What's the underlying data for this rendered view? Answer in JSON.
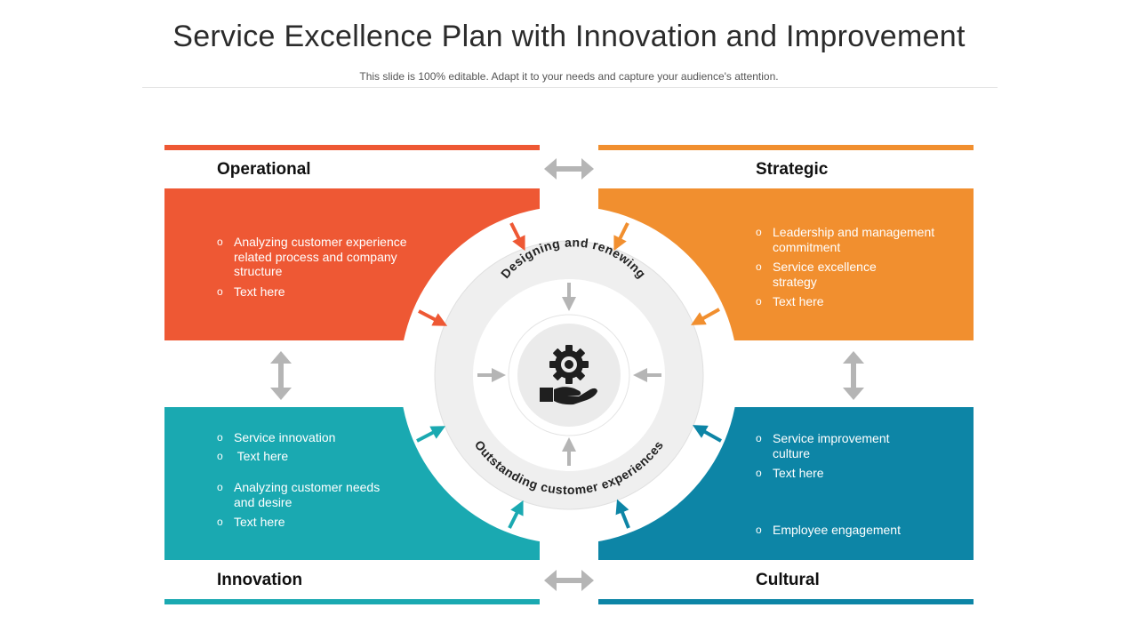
{
  "title": "Service Excellence Plan with Innovation and Improvement",
  "subtitle": "This slide is 100% editable. Adapt it to your needs and capture your audience's attention.",
  "colors": {
    "operational": "#ee5834",
    "strategic": "#f18f2f",
    "innovation": "#1aa9b1",
    "cultural": "#0d85a6",
    "connector": "#b5b5b5"
  },
  "quadrants": {
    "operational": {
      "heading": "Operational",
      "items": [
        "Analyzing customer experience related process and company structure",
        "Text here"
      ]
    },
    "strategic": {
      "heading": "Strategic",
      "items": [
        "Leadership and management commitment",
        "Service excellence strategy",
        "Text here"
      ]
    },
    "innovation": {
      "heading": "Innovation",
      "items": [
        "Service innovation",
        " Text here",
        "Analyzing customer needs and desire",
        "Text here"
      ]
    },
    "cultural": {
      "heading": "Cultural",
      "items": [
        "Service improvement culture",
        "Text here",
        "Employee engagement"
      ]
    }
  },
  "center": {
    "top_label": "Designing and renewing",
    "bottom_label": "Outstanding customer experiences",
    "icon": "gear-hand-icon"
  }
}
